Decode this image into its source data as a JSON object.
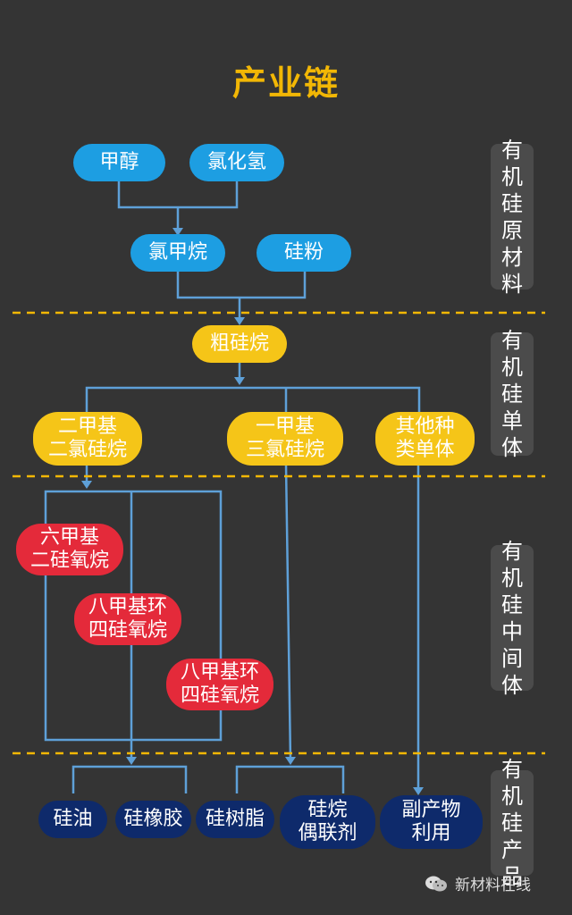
{
  "title": "产业链",
  "colors": {
    "background": "#343434",
    "title": "#f2b705",
    "raw_material_node": "#1d9ee2",
    "monomer_node": "#f5c518",
    "intermediate_node": "#e42a3a",
    "product_node": "#0e2a6b",
    "connector": "#5ea0d8",
    "divider": "#f2b705",
    "side_label_bg": "#4b4b4b"
  },
  "nodes": {
    "methanol": "甲醇",
    "hydrogen_chloride": "氯化氢",
    "chloromethane": "氯甲烷",
    "silicon_powder": "硅粉",
    "crude_silane": "粗硅烷",
    "dimethyl_dichlorosilane": "二甲基\n二氯硅烷",
    "methyl_trichlorosilane": "一甲基\n三氯硅烷",
    "other_monomers": "其他种\n类单体",
    "hexamethyl_disiloxane": "六甲基\n二硅氧烷",
    "octamethyl_cyclotetrasiloxane_a": "八甲基环\n四硅氧烷",
    "octamethyl_cyclotetrasiloxane_b": "八甲基环\n四硅氧烷",
    "silicone_oil": "硅油",
    "silicone_rubber": "硅橡胶",
    "silicone_resin": "硅树脂",
    "silane_coupling_agent": "硅烷\n偶联剂",
    "byproduct_use": "副产物\n利用"
  },
  "side_labels": {
    "raw_materials": "有\n机\n硅\n原\n材\n料",
    "monomers": "有\n机\n硅\n单\n体",
    "intermediates": "有\n机\n硅\n中\n间\n体",
    "products": "有\n机\n硅\n产\n品"
  },
  "watermark": {
    "icon": "wechat-icon",
    "text": "新材料在线"
  }
}
